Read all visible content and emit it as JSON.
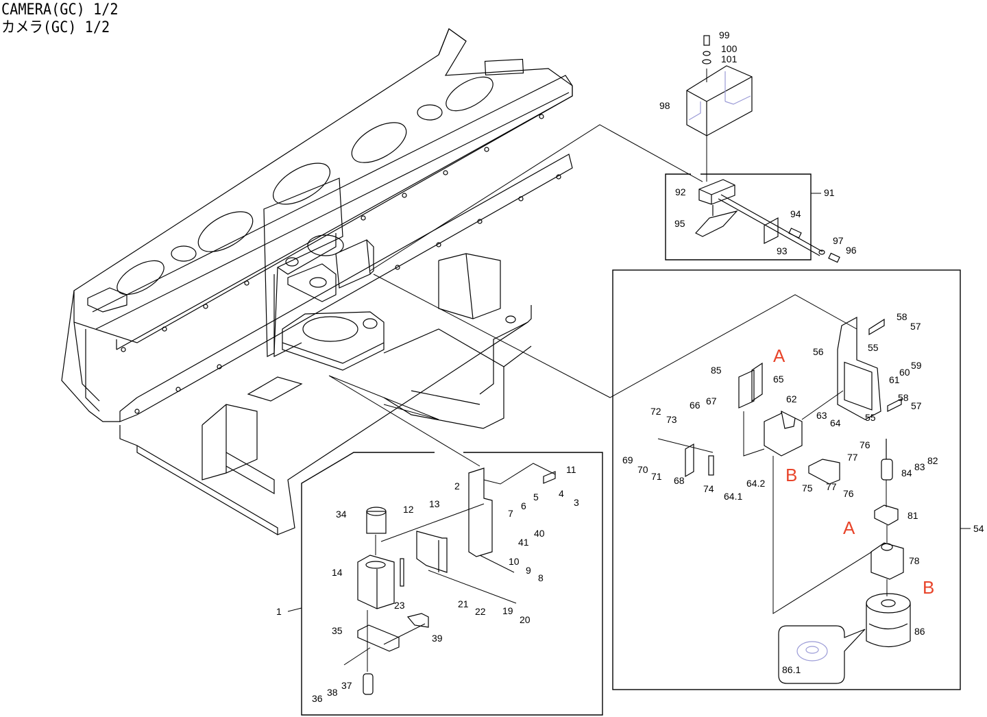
{
  "header": {
    "title_en": "CAMERA(GC)  1/2",
    "title_ja": "カメラ(GC)  1/2"
  },
  "groups": {
    "g1": {
      "label": "1"
    },
    "g54": {
      "label": "54"
    },
    "g91": {
      "label": "91"
    }
  },
  "reference_marks": {
    "color": "#e8442a",
    "A1": "A",
    "A2": "A",
    "B1": "B",
    "B2": "B"
  },
  "parts": {
    "p2": "2",
    "p3": "3",
    "p4": "4",
    "p5": "5",
    "p6": "6",
    "p7": "7",
    "p8": "8",
    "p9": "9",
    "p10": "10",
    "p11": "11",
    "p12": "12",
    "p13": "13",
    "p14": "14",
    "p19": "19",
    "p20": "20",
    "p21": "21",
    "p22": "22",
    "p23": "23",
    "p34": "34",
    "p35": "35",
    "p36": "36",
    "p37": "37",
    "p38": "38",
    "p39": "39",
    "p40": "40",
    "p41": "41",
    "p55a": "55",
    "p55b": "55",
    "p56": "56",
    "p57a": "57",
    "p57b": "57",
    "p58a": "58",
    "p58b": "58",
    "p59": "59",
    "p60": "60",
    "p61": "61",
    "p62": "62",
    "p63": "63",
    "p64": "64",
    "p64_1": "64.1",
    "p64_2": "64.2",
    "p65": "65",
    "p66": "66",
    "p67": "67",
    "p68": "68",
    "p69": "69",
    "p70": "70",
    "p71": "71",
    "p72": "72",
    "p73": "73",
    "p74": "74",
    "p75": "75",
    "p76a": "76",
    "p76b": "76",
    "p77a": "77",
    "p77b": "77",
    "p78": "78",
    "p81": "81",
    "p82": "82",
    "p83": "83",
    "p84": "84",
    "p85": "85",
    "p86": "86",
    "p86_1": "86.1",
    "p92": "92",
    "p93": "93",
    "p94": "94",
    "p95": "95",
    "p96": "96",
    "p97": "97",
    "p98": "98",
    "p99": "99",
    "p100": "100",
    "p101": "101"
  }
}
